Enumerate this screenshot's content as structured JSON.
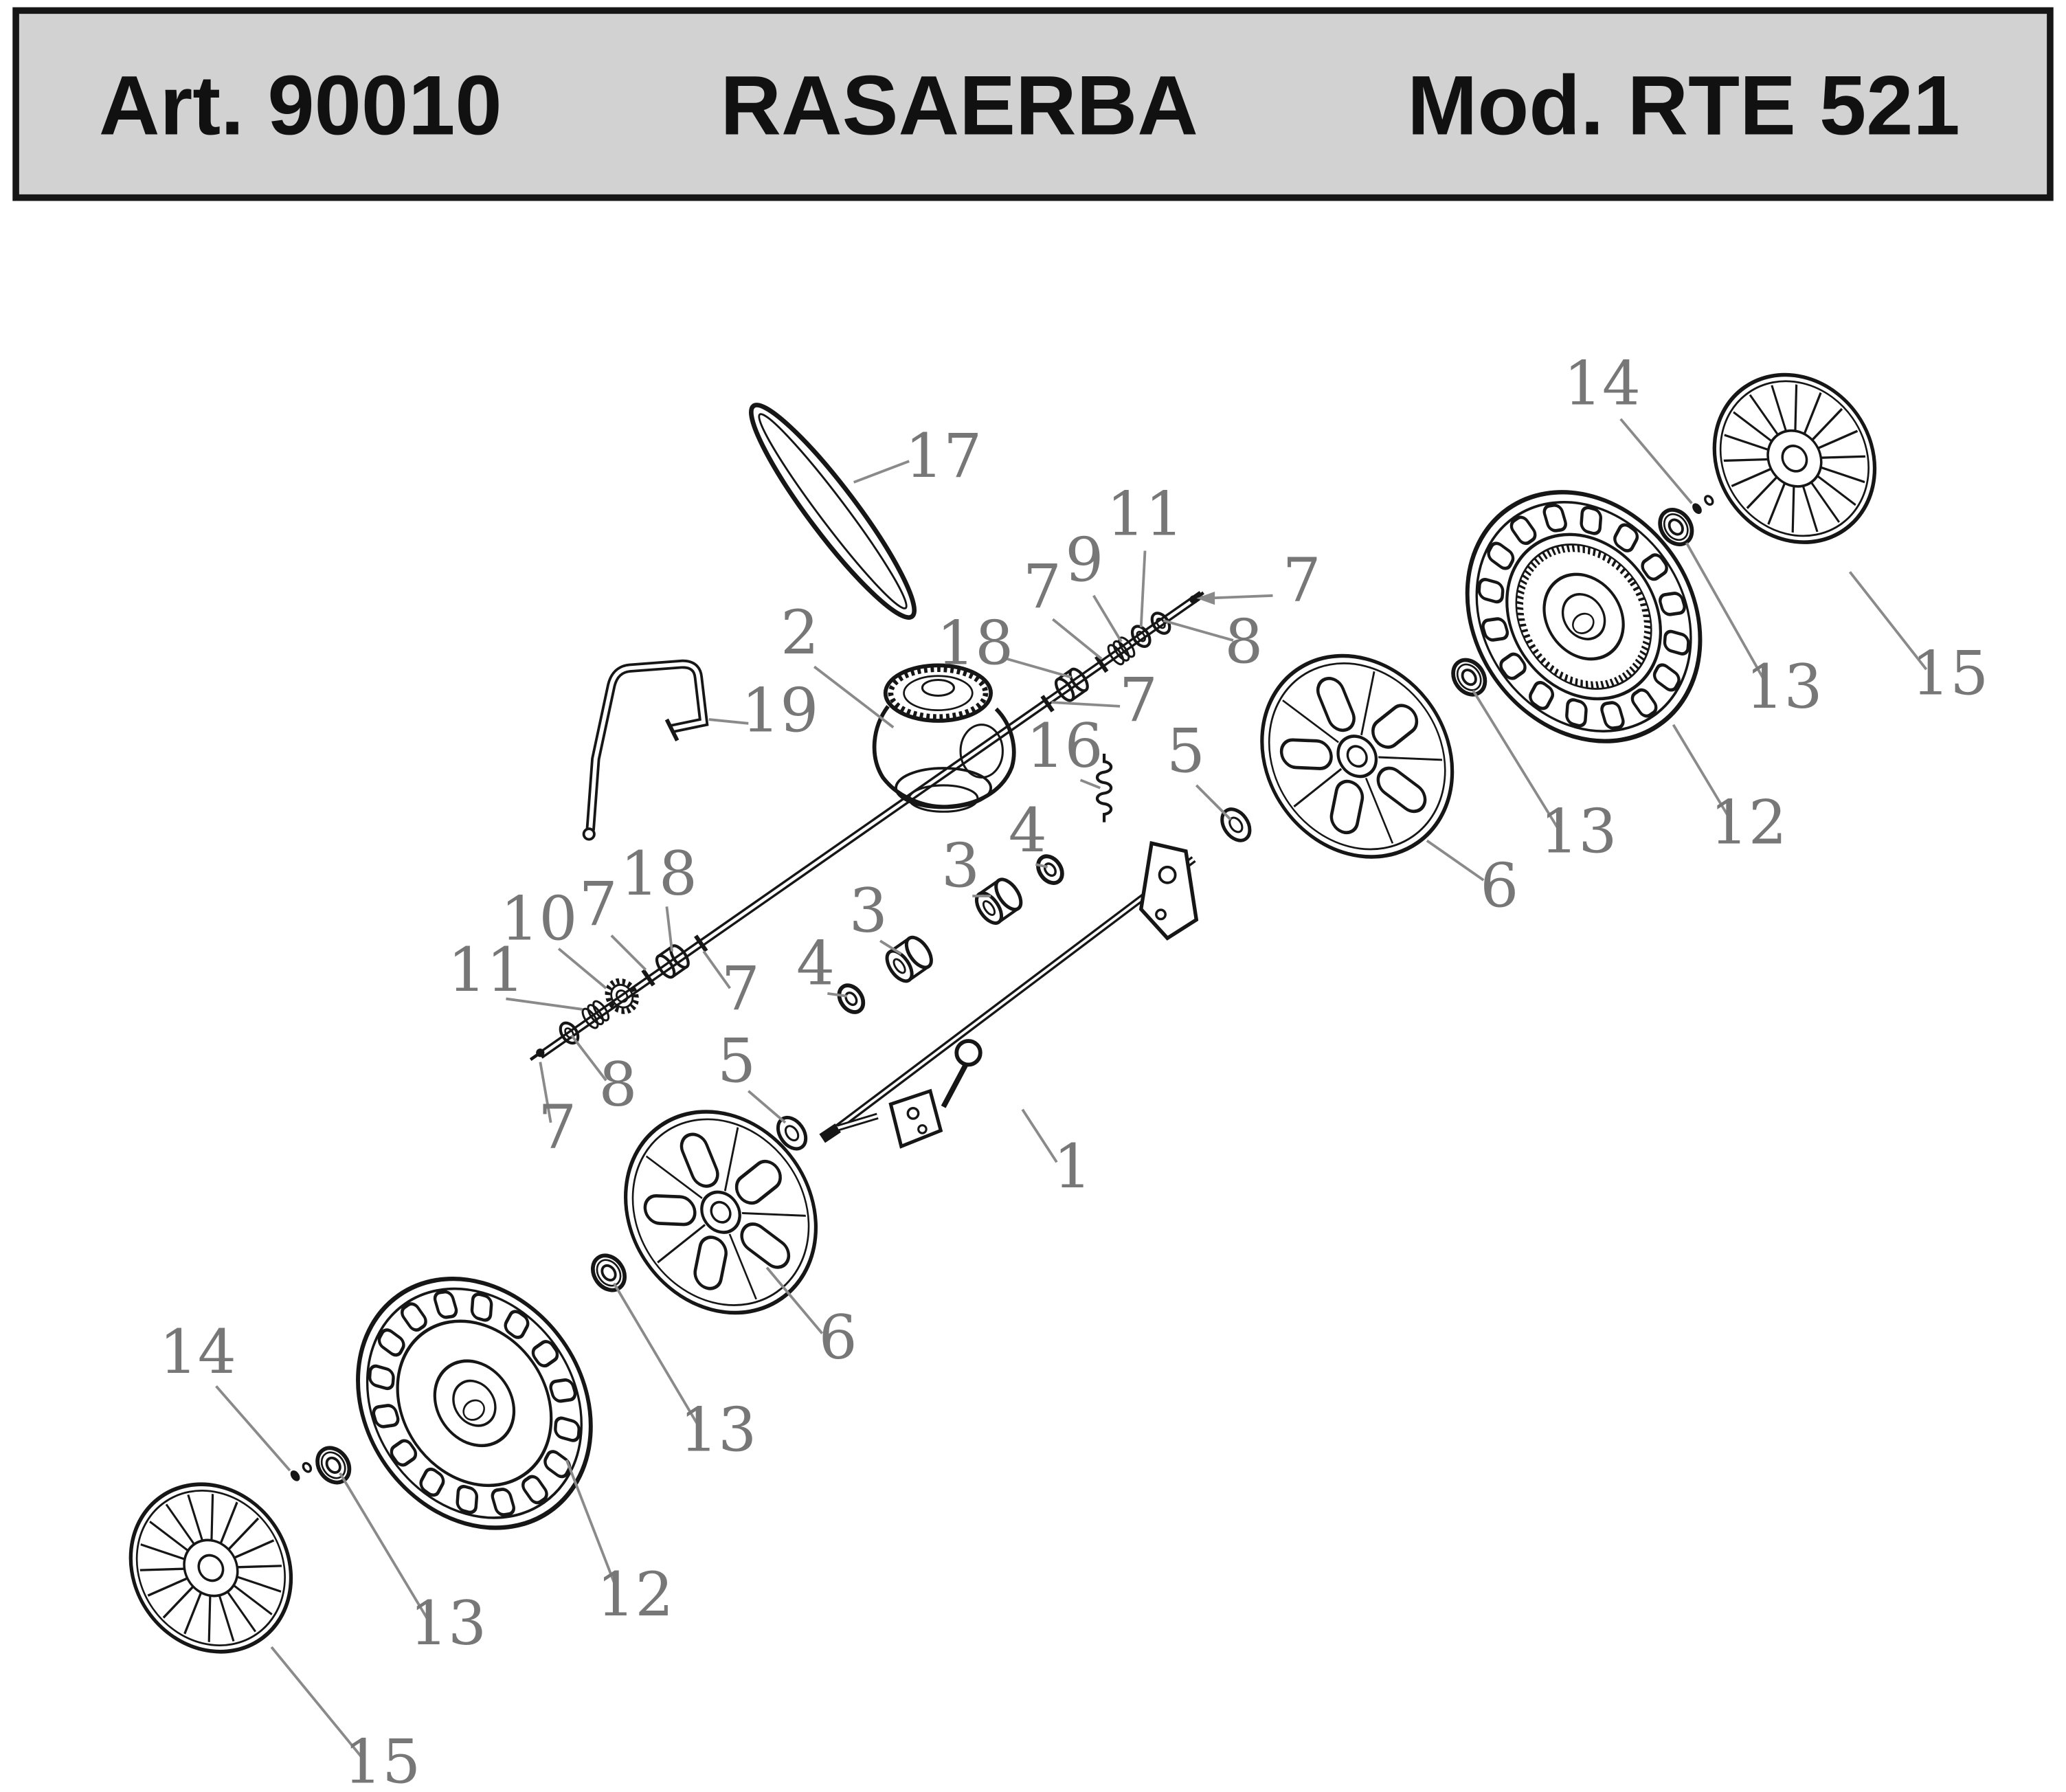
{
  "header": {
    "article": "Art. 90010",
    "title": "RASAERBA",
    "model": "Mod. RTE 521"
  },
  "colors": {
    "header_bg": "#d2d2d2",
    "line": "#161616",
    "callout_text": "#777777"
  },
  "diagram": {
    "type": "exploded-parts-diagram",
    "subject": "lawn mower rear wheel drive assembly",
    "callouts": [
      {
        "text": "17"
      },
      {
        "text": "14"
      },
      {
        "text": "15"
      },
      {
        "text": "13"
      },
      {
        "text": "11"
      },
      {
        "text": "9"
      },
      {
        "text": "7"
      },
      {
        "text": "18"
      },
      {
        "text": "8"
      },
      {
        "text": "7"
      },
      {
        "text": "2"
      },
      {
        "text": "19"
      },
      {
        "text": "7"
      },
      {
        "text": "16"
      },
      {
        "text": "5"
      },
      {
        "text": "13"
      },
      {
        "text": "12"
      },
      {
        "text": "6"
      },
      {
        "text": "4"
      },
      {
        "text": "3"
      },
      {
        "text": "3"
      },
      {
        "text": "4"
      },
      {
        "text": "18"
      },
      {
        "text": "7"
      },
      {
        "text": "10"
      },
      {
        "text": "11"
      },
      {
        "text": "7"
      },
      {
        "text": "8"
      },
      {
        "text": "7"
      },
      {
        "text": "5"
      },
      {
        "text": "6"
      },
      {
        "text": "1"
      },
      {
        "text": "13"
      },
      {
        "text": "12"
      },
      {
        "text": "14"
      },
      {
        "text": "13"
      },
      {
        "text": "15"
      }
    ]
  }
}
